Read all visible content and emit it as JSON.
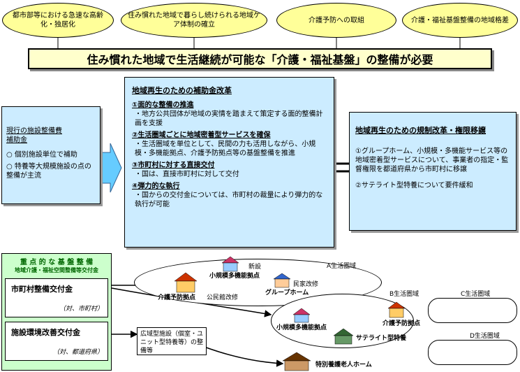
{
  "top_issues": [
    "都市部等における急速な高齢化・独居化",
    "住み慣れた地域で暮らし続けられる地域ケア体制の確立",
    "介護予防への取組",
    "介護・福祉基盤整備の地域格差"
  ],
  "banner": "住み慣れた地域で生活継続が可能な「介護・福祉基盤」の整備が必要",
  "current_subsidy": {
    "title_lines": [
      "現行の施設整備費",
      "補助金"
    ],
    "items": [
      "○ 個別施設単位で補助",
      "○ 特養等大規模施設の点の整備が主流"
    ]
  },
  "subsidy_reform": {
    "title": "地域再生のための補助金改革",
    "sections": [
      {
        "head": "①面的な整備の推進",
        "body": "・地方公共団体が地域の実情を踏まえて策定する面的整備計画を支援"
      },
      {
        "head": "②生活圏域ごとに地域密着型サービスを確保",
        "body": "・生活圏域を単位として、民間の力も活用しながら、小規模・多機能拠点、介護予防拠点等の基盤整備を推進"
      },
      {
        "head": "③市町村に対する直接交付",
        "body": "・国は、直接市町村に対して交付"
      },
      {
        "head": "④弾力的な執行",
        "body": "・国からの交付金については、市町村の裁量により弾力的な執行が可能"
      }
    ]
  },
  "regulation_reform": {
    "title": "地域再生のための規制改革・権限移譲",
    "items": [
      "①グループホーム、小規模・多機能サービス等の地域密着型サービスについて、事業者の指定・監督権限を都道府県から市町村に移譲",
      "②サテライト型特養について要件緩和"
    ]
  },
  "priority": {
    "title": "重 点 的 な 基 盤 整 備",
    "subtitle": "地域介護・福祉空間整備等交付金",
    "grants": [
      {
        "name": "市町村整備交付金",
        "target": "（対、市町村）"
      },
      {
        "name": "施設環境改善交付金",
        "target": "（対、都道府県）"
      }
    ]
  },
  "wide_area": "広域型施設（個室・ユニット型特養等）の整備等",
  "areas": {
    "a": "A生活圏域",
    "b": "B生活圏域",
    "c": "C生活圏域",
    "d": "D生活圏域"
  },
  "facilities": {
    "new": "新設",
    "small_multi_a": "小規模多機能拠点",
    "renovation": "民家改修",
    "group_home": "グループホーム",
    "prevention_a": "介護予防拠点",
    "public_hall": "公民館改修",
    "small_multi_b": "小規模多機能拠点",
    "prevention_b": "介護予防拠点",
    "satellite": "サテライト型特養",
    "nursing_home": "特別養護老人ホーム"
  },
  "colors": {
    "oval_fill": "#ffff99",
    "panel_fill": "#ccecff",
    "priority_fill": "#ccffcc",
    "arrow_fill": "#66ccff"
  }
}
